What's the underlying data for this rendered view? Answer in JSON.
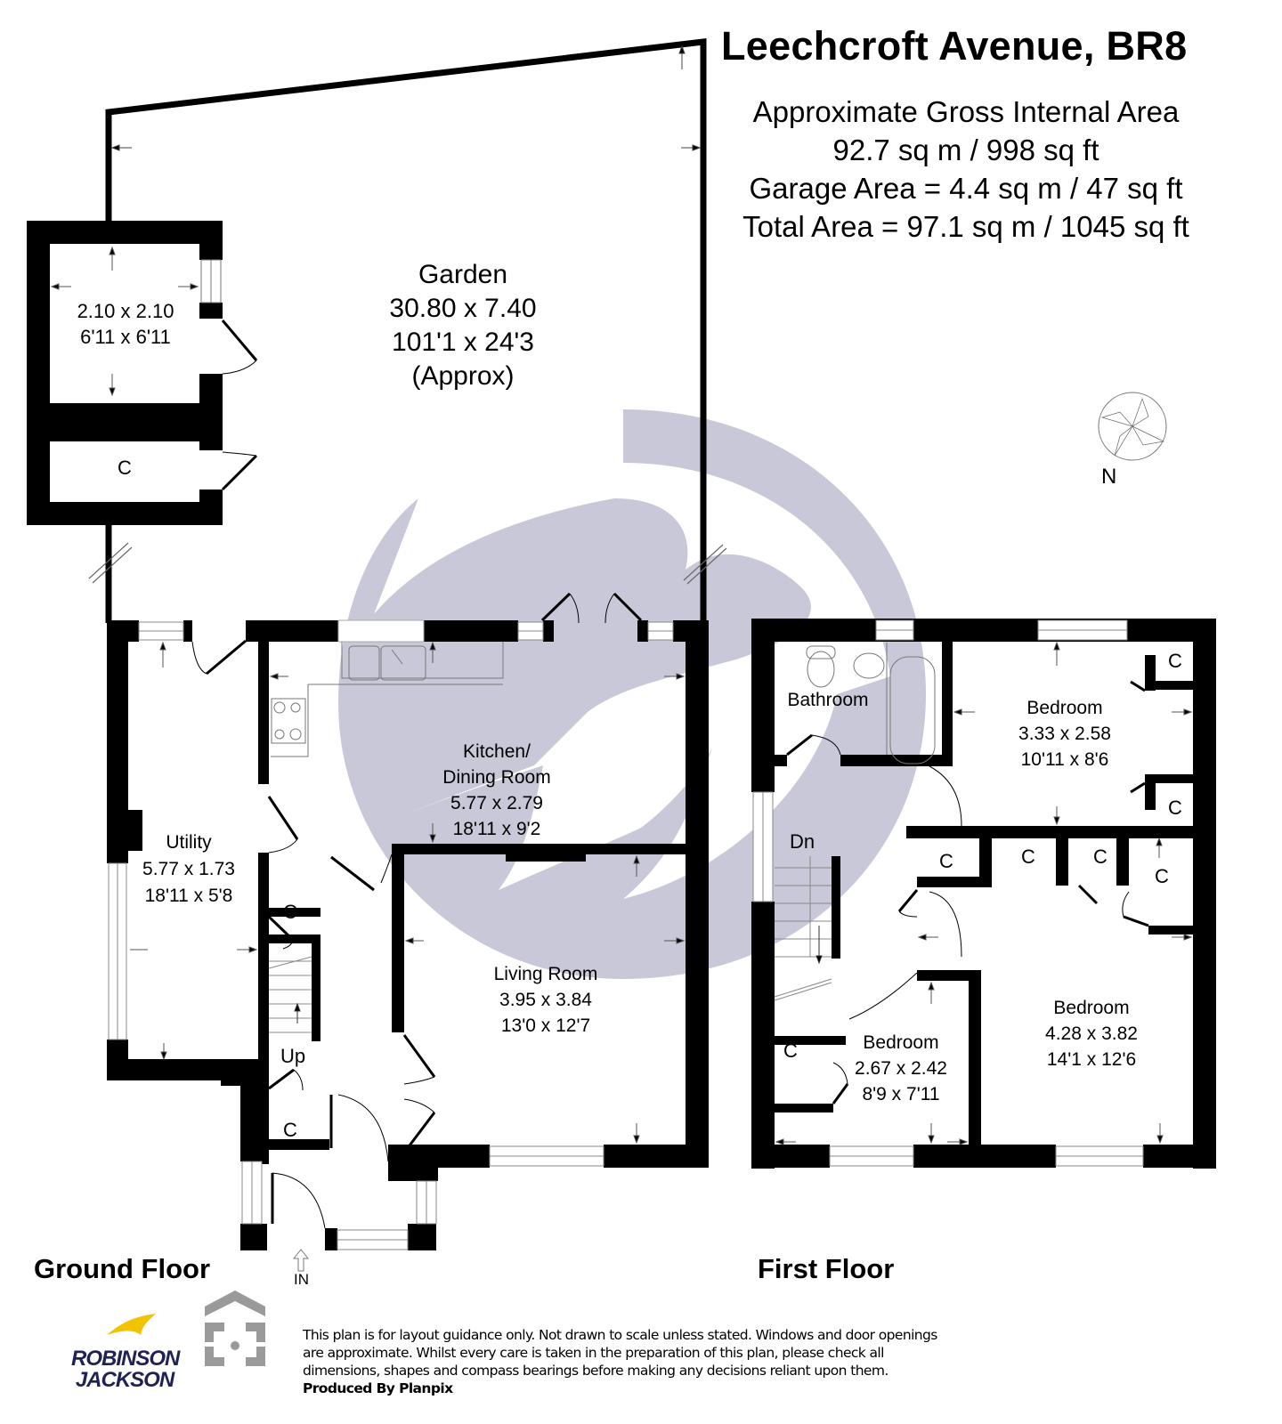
{
  "header": {
    "title": "Leechcroft Avenue, BR8",
    "area_lines": [
      "Approximate Gross Internal Area",
      "92.7 sq m / 998 sq ft",
      "Garage Area = 4.4 sq m / 47 sq ft",
      "Total Area = 97.1 sq m / 1045 sq ft"
    ]
  },
  "compass": {
    "label": "N",
    "icon": "compass-star-icon"
  },
  "ground_floor": {
    "label": "Ground Floor",
    "entrance_label": "IN",
    "rooms": {
      "garden": {
        "name": "Garden",
        "metric": "30.80 x 7.40",
        "imperial": "101'1 x 24'3",
        "note": "(Approx)"
      },
      "garage": {
        "name": "",
        "metric": "2.10 x 2.10",
        "imperial": "6'11 x 6'11"
      },
      "garage_cupboard": {
        "name": "C"
      },
      "utility": {
        "name": "Utility",
        "metric": "5.77 x 1.73",
        "imperial": "18'11 x 5'8"
      },
      "kitchen": {
        "name_line1": "Kitchen/",
        "name_line2": "Dining Room",
        "metric": "5.77 x 2.79",
        "imperial": "18'11 x 9'2"
      },
      "living": {
        "name": "Living Room",
        "metric": "3.95 x 3.84",
        "imperial": "13'0 x 12'7"
      },
      "hall_cupboard_1": {
        "name": "C"
      },
      "hall_cupboard_2": {
        "name": "C"
      },
      "stairs_label": "Up"
    }
  },
  "first_floor": {
    "label": "First Floor",
    "rooms": {
      "bathroom": {
        "name": "Bathroom"
      },
      "bedroom_1": {
        "name": "Bedroom",
        "metric": "3.33 x 2.58",
        "imperial": "10'11 x 8'6"
      },
      "bedroom_2": {
        "name": "Bedroom",
        "metric": "4.28 x 3.82",
        "imperial": "14'1 x 12'6"
      },
      "bedroom_3": {
        "name": "Bedroom",
        "metric": "2.67 x 2.42",
        "imperial": "8'9 x 7'11"
      },
      "stairs_label": "Dn",
      "cupboards": [
        "C",
        "C",
        "C",
        "C",
        "C",
        "C",
        "C"
      ]
    }
  },
  "footer": {
    "agent_logo": {
      "line1": "ROBINSON",
      "line2": "JACKSON"
    },
    "planpix_icon": "planpix-house-icon",
    "disclaimer_lines": [
      "This plan is for layout guidance only. Not drawn to scale unless stated. Windows and door openings",
      "are approximate. Whilst every care is taken in the preparation of this plan, please check all",
      "dimensions, shapes and compass bearings before making any decisions reliant upon them."
    ],
    "produced_by": "Produced By Planpix"
  },
  "colors": {
    "wall": "#000000",
    "watermark": "#a9a9c0",
    "logo_navy": "#1f2255",
    "logo_yellow": "#f2c300",
    "planpix_grey": "#9a9a9a"
  }
}
